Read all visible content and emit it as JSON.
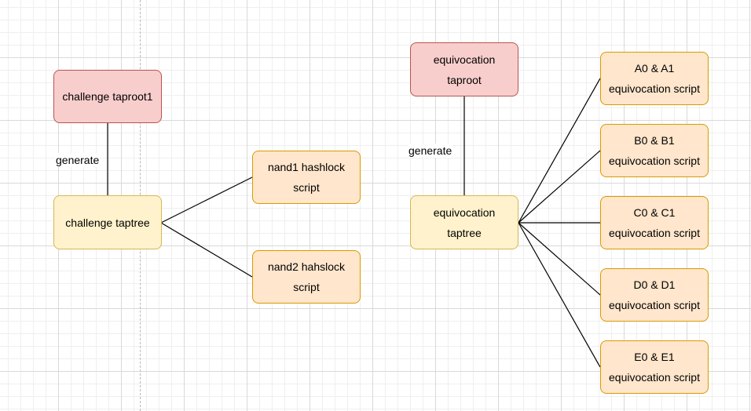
{
  "nodes": {
    "challenge_taproot": {
      "label": "challenge taproot1"
    },
    "challenge_taptree": {
      "label": "challenge taptree"
    },
    "nand1": {
      "line1": "nand1 hashlock",
      "line2": "script"
    },
    "nand2": {
      "line1": "nand2 hahslock",
      "line2": "script"
    },
    "equivocation_taproot": {
      "line1": "equivocation",
      "line2": "taproot"
    },
    "equivocation_taptree": {
      "line1": "equivocation",
      "line2": "taptree"
    },
    "scripts": [
      {
        "line1": "A0 & A1",
        "line2": "equivocation script"
      },
      {
        "line1": "B0 & B1",
        "line2": "equivocation script"
      },
      {
        "line1": "C0 & C1",
        "line2": "equivocation script"
      },
      {
        "line1": "D0 & D1",
        "line2": "equivocation script"
      },
      {
        "line1": "E0 & E1",
        "line2": "equivocation script"
      }
    ]
  },
  "edges": {
    "generate_left": "generate",
    "generate_right": "generate"
  },
  "colors": {
    "taproot_fill": "#f8cecc",
    "taproot_stroke": "#b85450",
    "taptree_fill": "#fff2cc",
    "taptree_stroke": "#d6b656",
    "script_fill": "#ffe6cc",
    "script_stroke": "#d79b00"
  }
}
